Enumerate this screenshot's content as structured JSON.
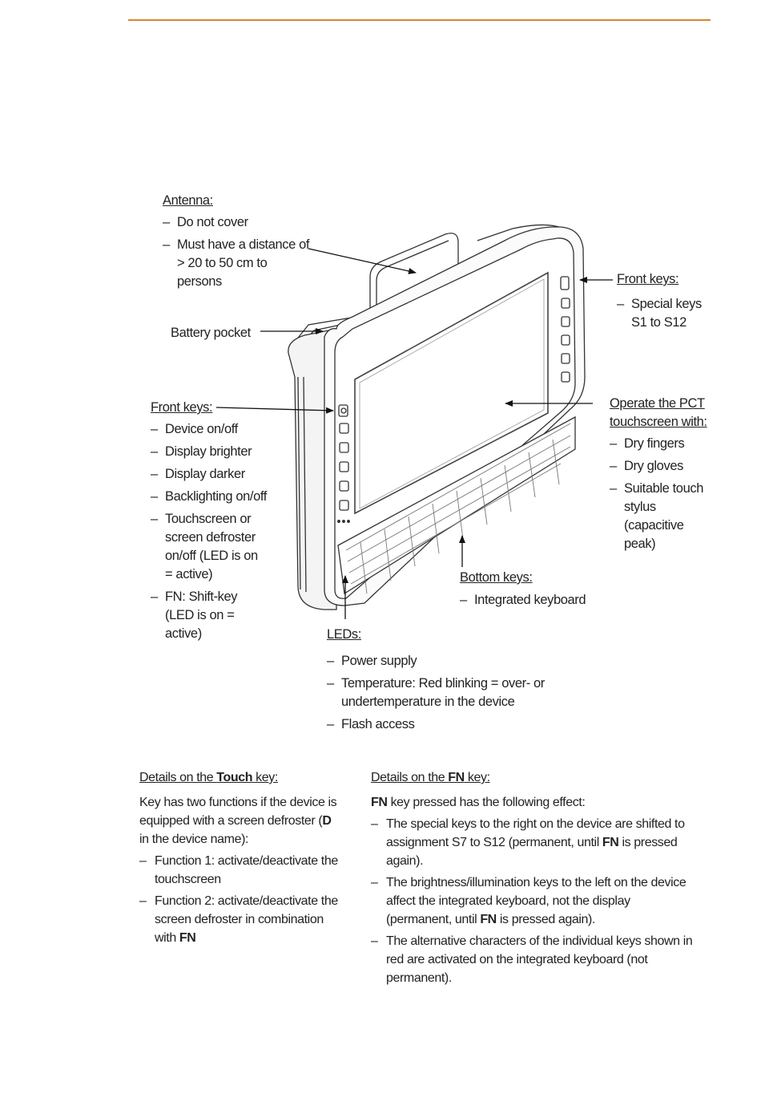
{
  "antenna": {
    "heading": "Antenna:",
    "items": [
      "Do not cover",
      "Must have a distance of > 20 to 50 cm to persons"
    ]
  },
  "battery_pocket": "Battery pocket",
  "front_keys_right": {
    "heading": "Front keys:",
    "items": [
      "Special keys S1 to S12"
    ]
  },
  "front_keys_left": {
    "heading": "Front keys:",
    "items": [
      "Device on/off",
      "Display brighter",
      "Display darker",
      "Backlighting on/off",
      "Touchscreen or screen defroster on/off (LED is on = active)",
      "FN: Shift-key (LED is on = active)"
    ]
  },
  "touchscreen": {
    "heading": "Operate the PCT touchscreen with:",
    "items": [
      "Dry fingers",
      "Dry gloves",
      "Suitable touch stylus (capacitive peak)"
    ]
  },
  "bottom_keys": {
    "heading": "Bottom keys:",
    "items": [
      "Integrated keyboard"
    ]
  },
  "leds": {
    "heading": "LEDs:",
    "items": [
      "Power supply",
      "Temperature: Red blinking = over- or undertemperature in the device",
      "Flash access"
    ]
  },
  "touch_details": {
    "heading_pre": "Details on the ",
    "heading_bold": "Touch",
    "heading_post": " key:",
    "intro_pre": "Key has two functions if the device is equipped with a screen defroster (",
    "intro_bold": "D",
    "intro_post": " in the device name):",
    "f1": "Function 1: activate/deactivate the touchscreen",
    "f2_pre": "Function 2: activate/deactivate the screen defroster in combination with ",
    "f2_bold": "FN"
  },
  "fn_details": {
    "heading_pre": "Details on the ",
    "heading_bold": "FN",
    "heading_post": " key:",
    "intro_bold": "FN",
    "intro_post": " key pressed has the following effect:",
    "i1_pre": "The special keys to the right on the device are shifted to assignment S7 to S12 (permanent, until ",
    "i1_bold": "FN",
    "i1_post": " is pressed again).",
    "i2_pre": "The brightness/illumination keys to the left on the device affect the integrated keyboard, not the display (permanent, until ",
    "i2_bold": "FN",
    "i2_post": " is pressed again).",
    "i3": "The alternative characters of the individual keys shown in red are activated on the integrated keyboard (not permanent)."
  },
  "colors": {
    "rule": "#d8862e",
    "text": "#222222"
  }
}
